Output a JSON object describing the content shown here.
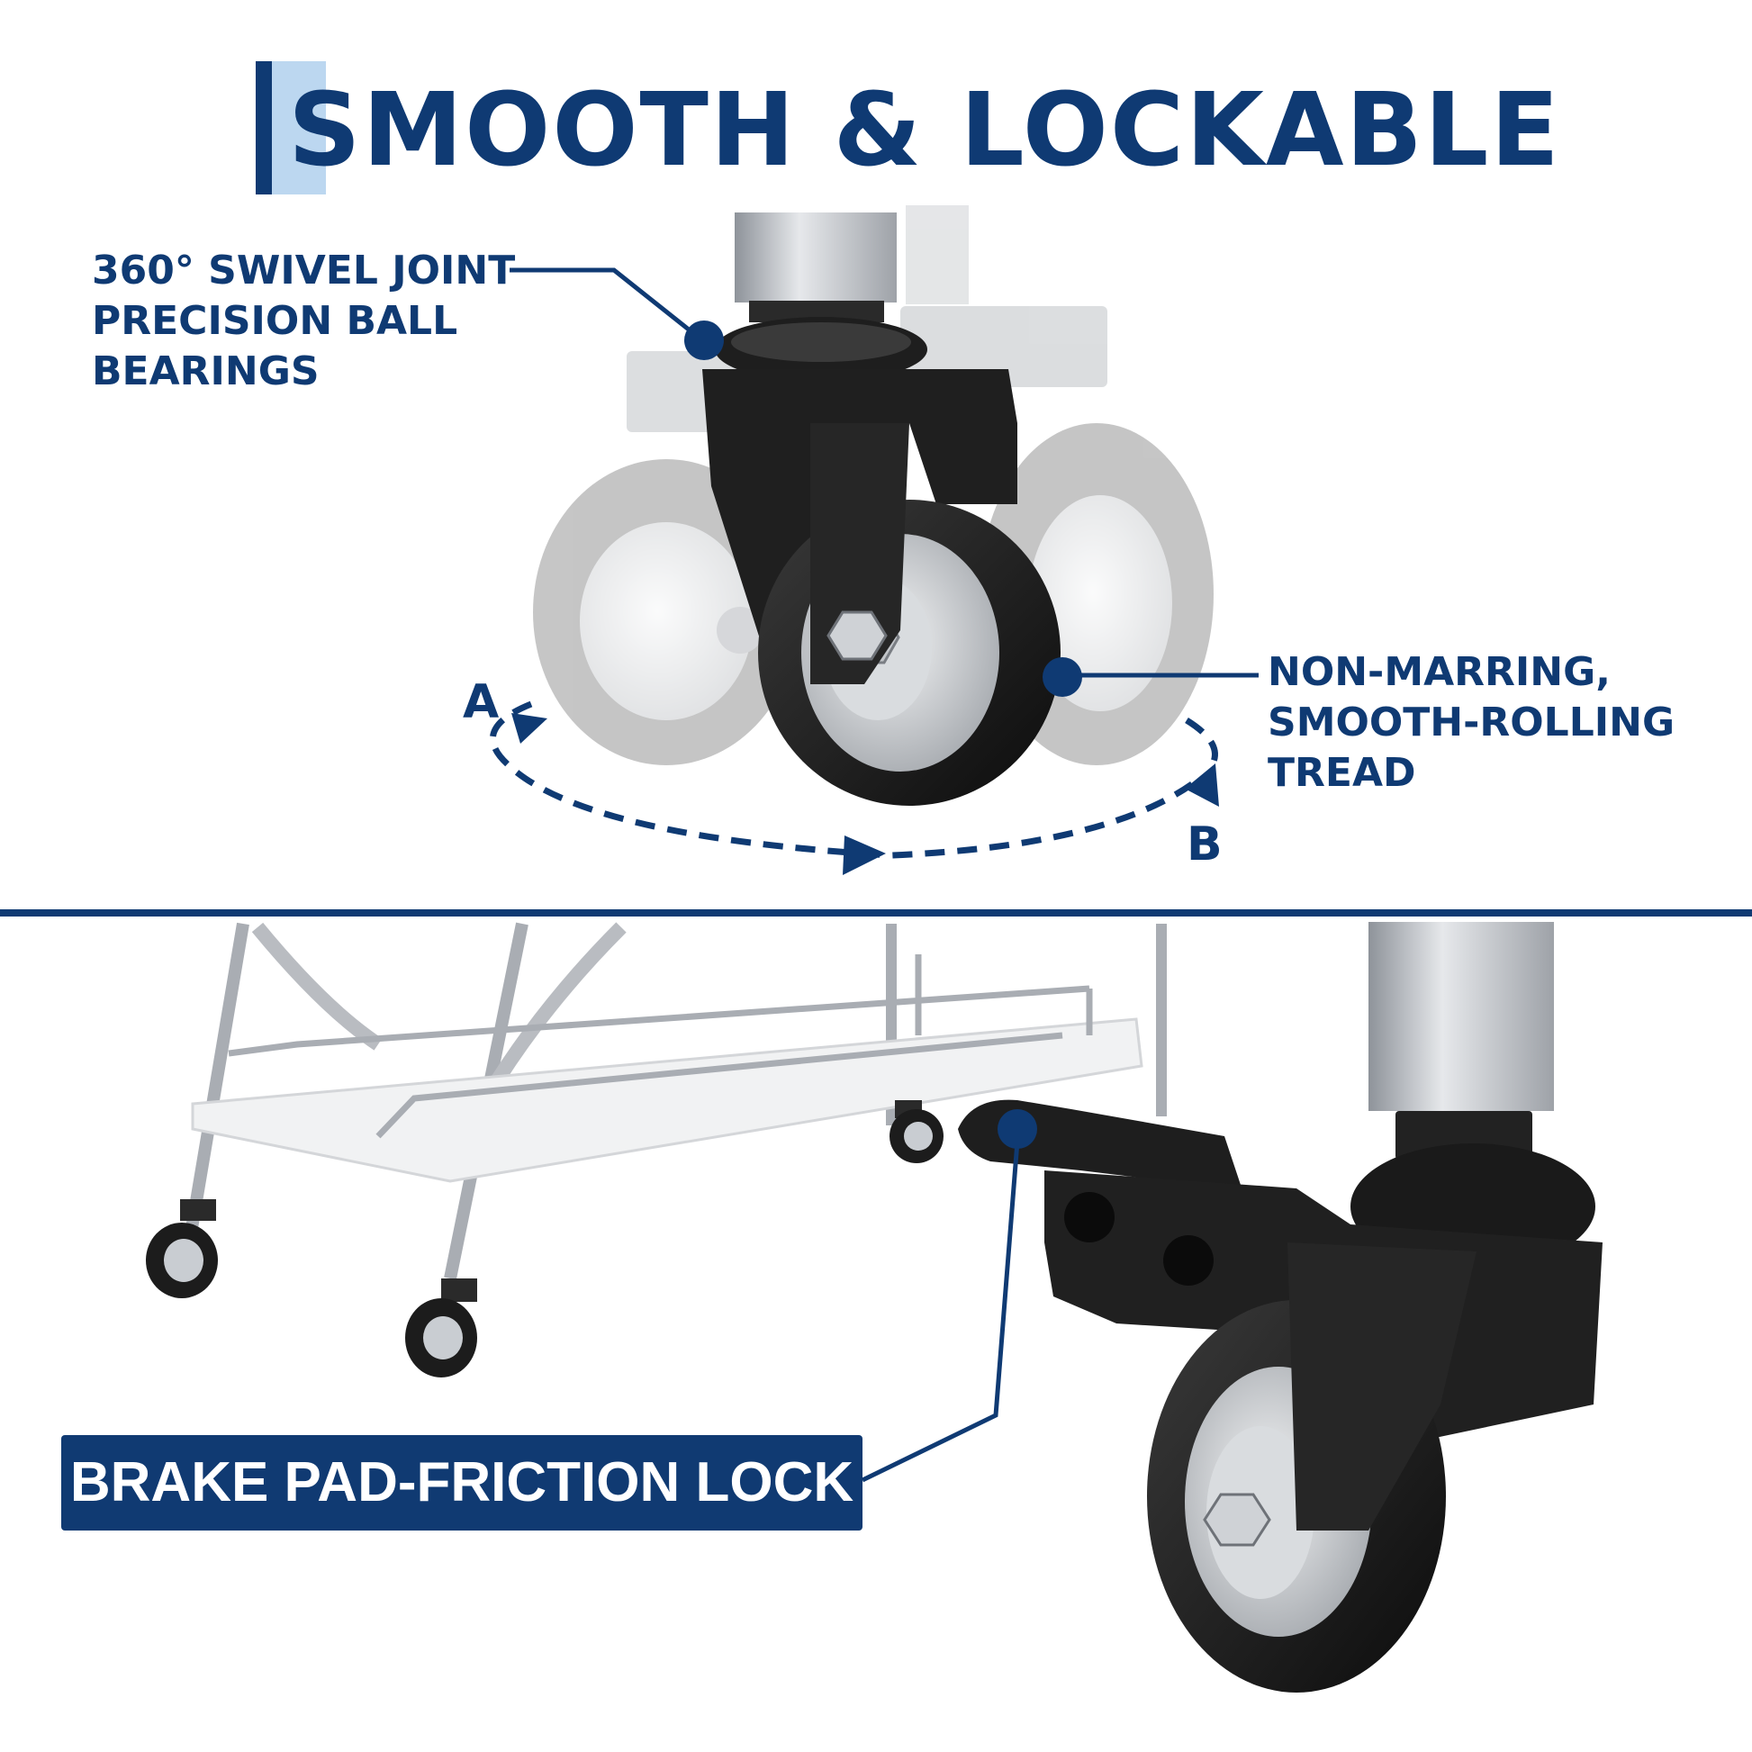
{
  "title": "SMOOTH & LOCKABLE",
  "callouts": {
    "swivel": [
      "360° SWIVEL JOINT",
      "PRECISION BALL",
      "BEARINGS"
    ],
    "tread": [
      "NON-MARRING,",
      "SMOOTH-ROLLING",
      "TREAD"
    ],
    "brake": "BRAKE PAD-FRICTION LOCK"
  },
  "rotation_labels": {
    "start": "A",
    "end": "B"
  },
  "colors": {
    "brand_navy": "#0f3a73",
    "title_highlight": "#bcd7f0",
    "wheel_black": "#1b1b1b",
    "rim_silver": "#c9cdd2",
    "frame_gray": "#a9adb3"
  },
  "icons": [
    "swivel-caster-photo",
    "rotation-arc-arrow",
    "cart-photo",
    "brake-caster-photo"
  ]
}
